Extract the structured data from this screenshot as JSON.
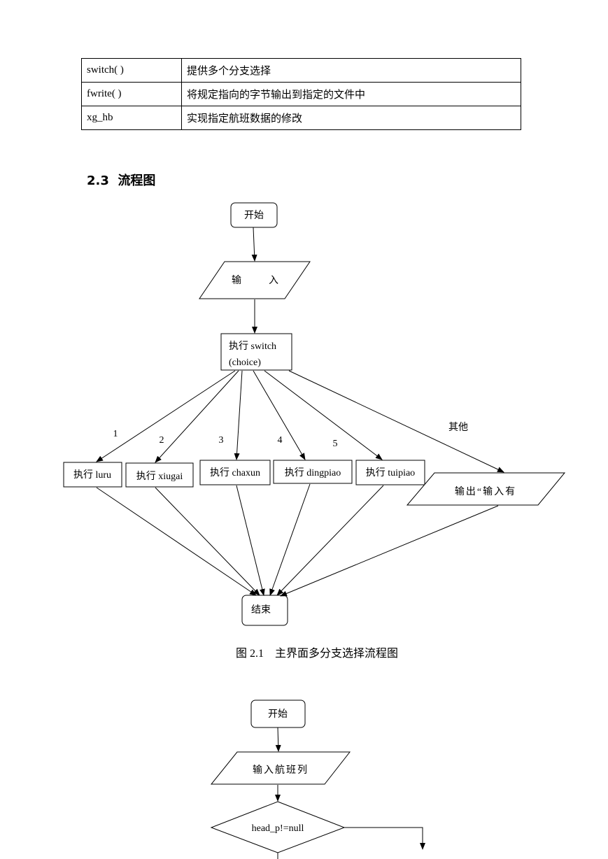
{
  "table": {
    "rows": [
      {
        "name": "switch( )",
        "desc": "提供多个分支选择"
      },
      {
        "name": "fwrite( )",
        "desc": "将规定指向的字节输出到指定的文件中"
      },
      {
        "name": "xg_hb",
        "desc": "实现指定航班数据的修改"
      }
    ]
  },
  "section": {
    "number": "2.3",
    "title": "流程图"
  },
  "flow1": {
    "start": "开始",
    "input_a": "输",
    "input_b": "入",
    "switch_line1": "执行 switch",
    "switch_line2": "(choice)",
    "branch_labels": [
      "1",
      "2",
      "3",
      "4",
      "5",
      "其他"
    ],
    "actions": [
      "执行 luru",
      "执行 xiugai",
      "执行 chaxun",
      "执行 dingpiao",
      "执行 tuipiao"
    ],
    "other_output": "输出“输入有",
    "end": "结束",
    "caption": "图 2.1　主界面多分支选择流程图"
  },
  "flow2": {
    "start": "开始",
    "input": "输入航班列",
    "condition": "head_p!=null"
  }
}
